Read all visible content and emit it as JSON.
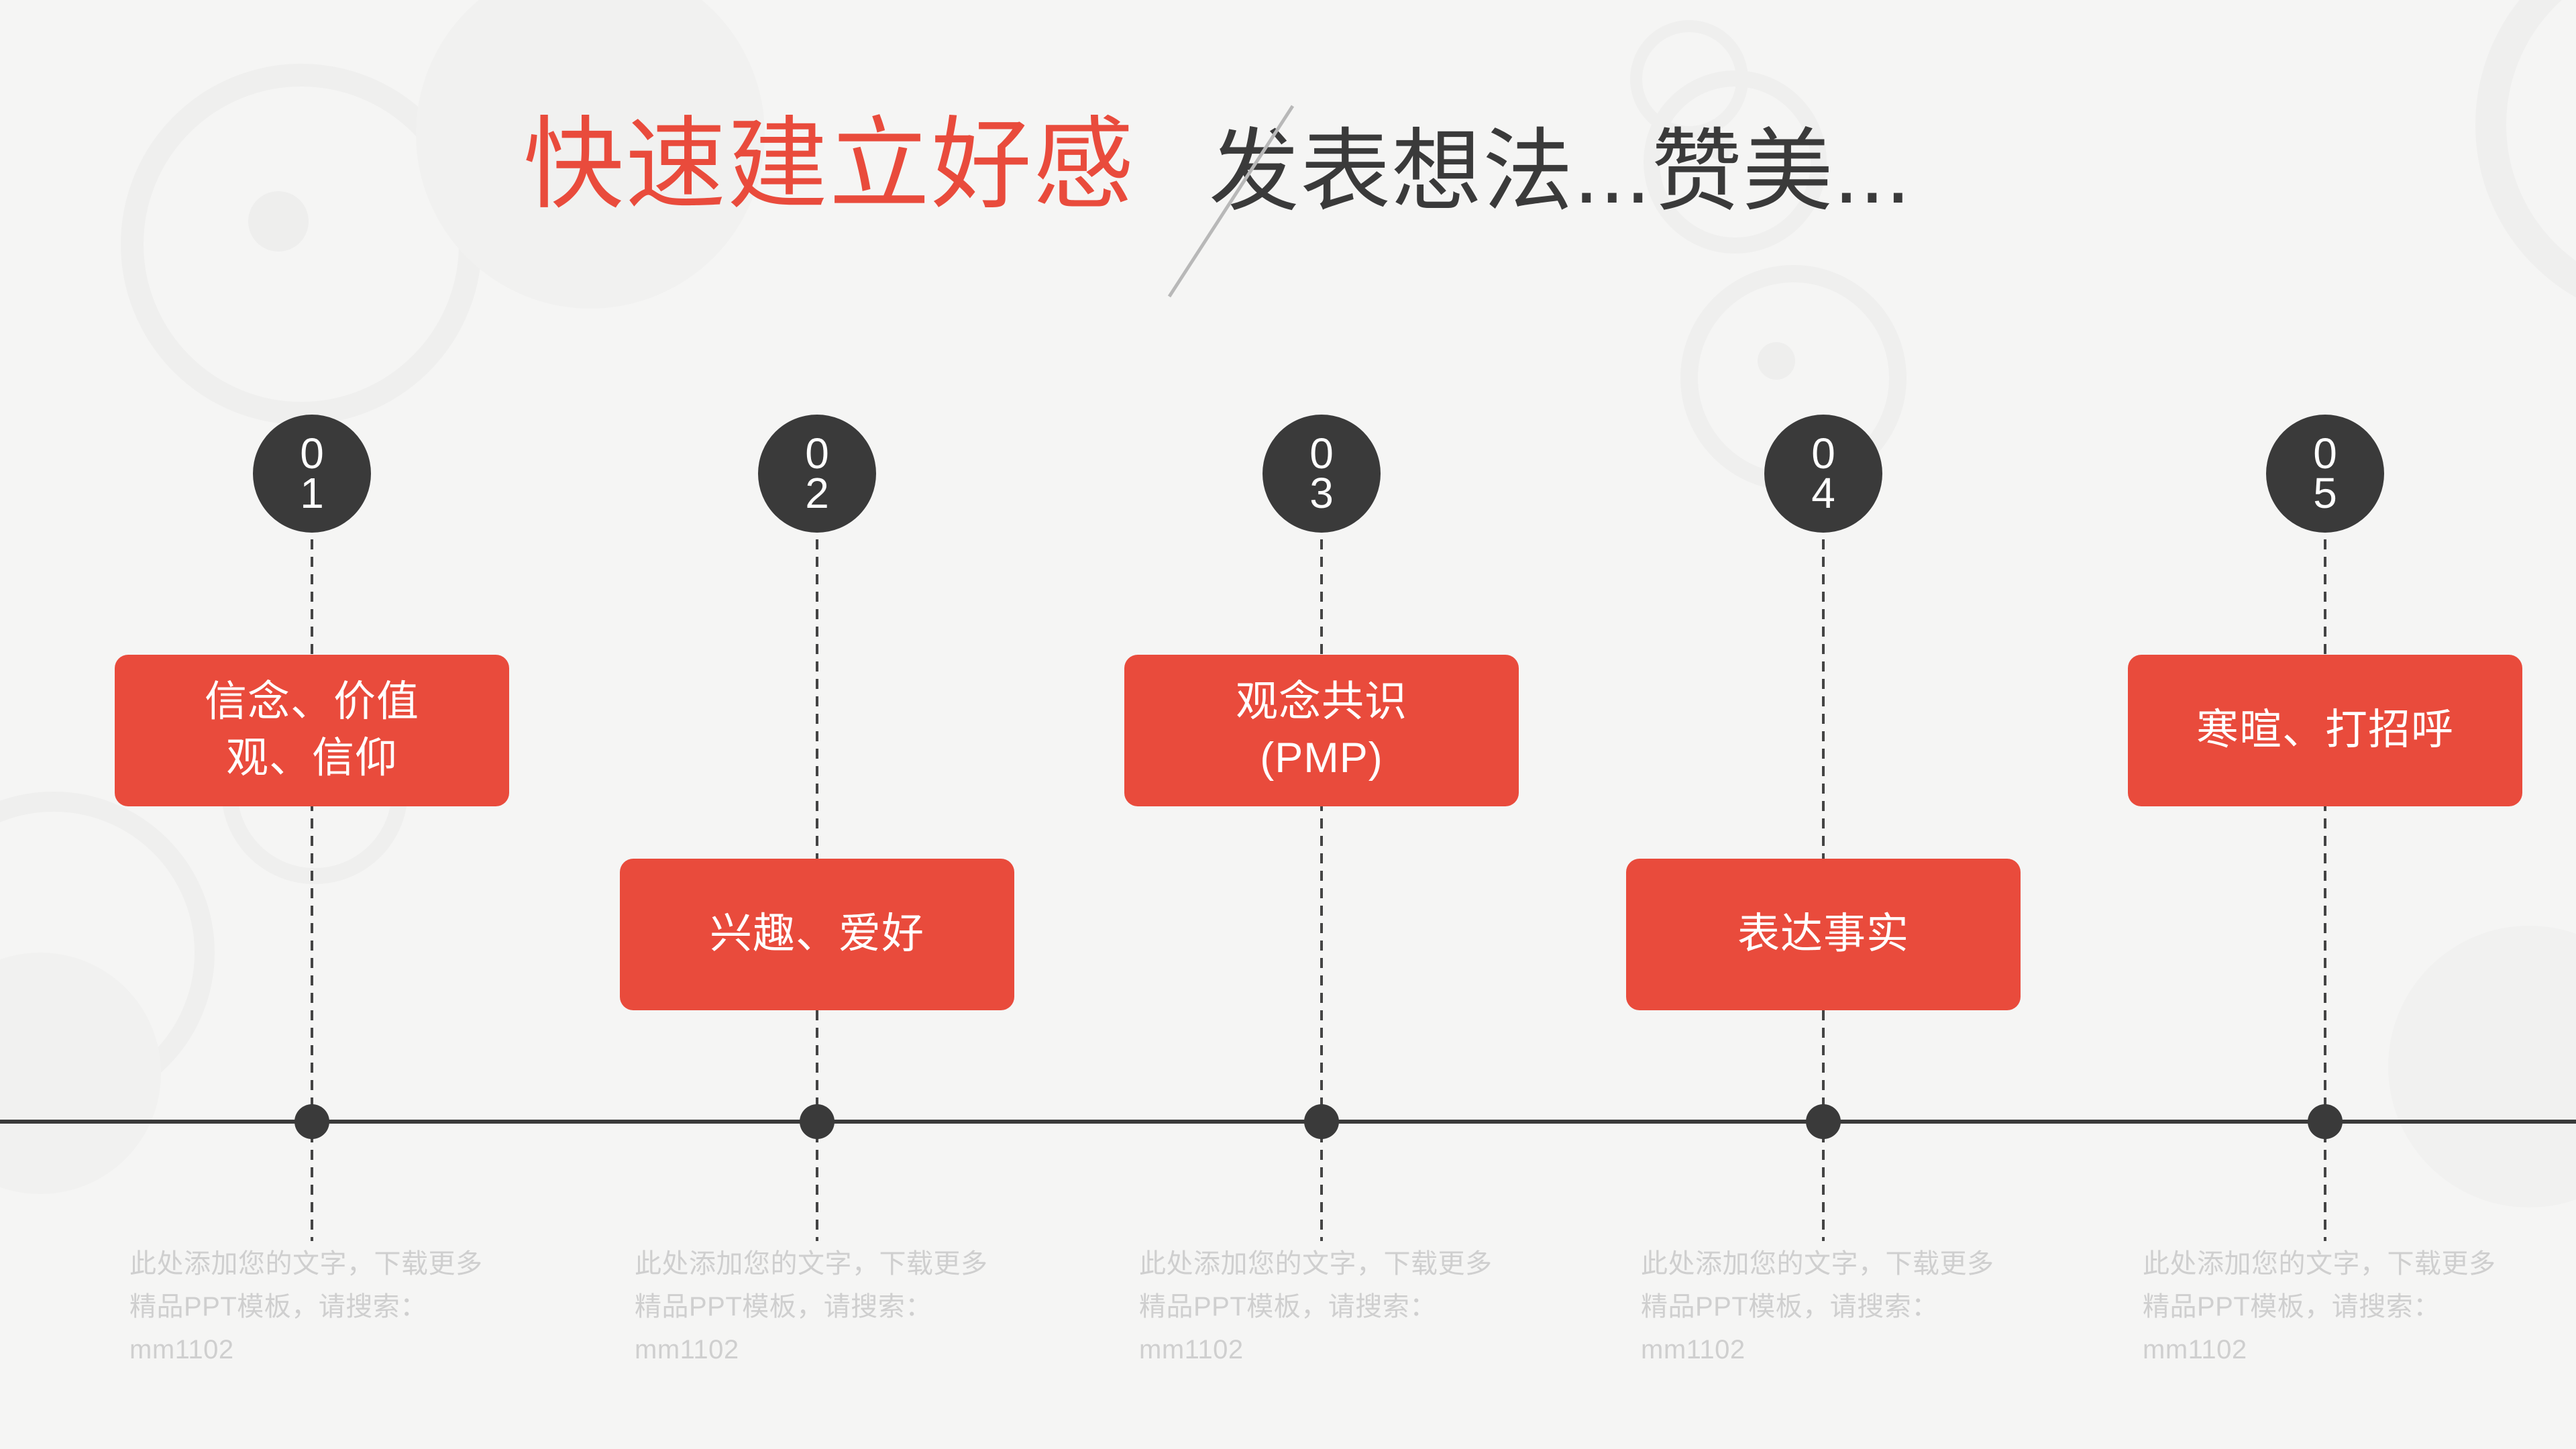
{
  "slide": {
    "background_color": "#f5f5f4",
    "accent_color": "#e94b3c",
    "dark_color": "#3a3a3a",
    "caption_color": "#cfcfcf"
  },
  "header": {
    "title_primary": "快速建立好感",
    "title_separator": "/",
    "title_secondary": "发表想法...赞美..."
  },
  "timeline": {
    "steps": [
      {
        "number_top": "0",
        "number_bottom": "1",
        "number": "01",
        "box_label": "信念、价值\n观、信仰",
        "box_position": "above",
        "caption": "此处添加您的文字，下载更多精品PPT模板，请搜索：mm1102"
      },
      {
        "number_top": "0",
        "number_bottom": "2",
        "number": "02",
        "box_label": "兴趣、爱好",
        "box_position": "below",
        "caption": "此处添加您的文字，下载更多精品PPT模板，请搜索：mm1102"
      },
      {
        "number_top": "0",
        "number_bottom": "3",
        "number": "03",
        "box_label": "观念共识\n(PMP)",
        "box_position": "above",
        "caption": "此处添加您的文字，下载更多精品PPT模板，请搜索：mm1102"
      },
      {
        "number_top": "0",
        "number_bottom": "4",
        "number": "04",
        "box_label": "表达事实",
        "box_position": "below",
        "caption": "此处添加您的文字，下载更多精品PPT模板，请搜索：mm1102"
      },
      {
        "number_top": "0",
        "number_bottom": "5",
        "number": "05",
        "box_label": "寒暄、打招呼",
        "box_position": "above",
        "caption": "此处添加您的文字，下载更多精品PPT模板，请搜索：mm1102"
      }
    ]
  }
}
